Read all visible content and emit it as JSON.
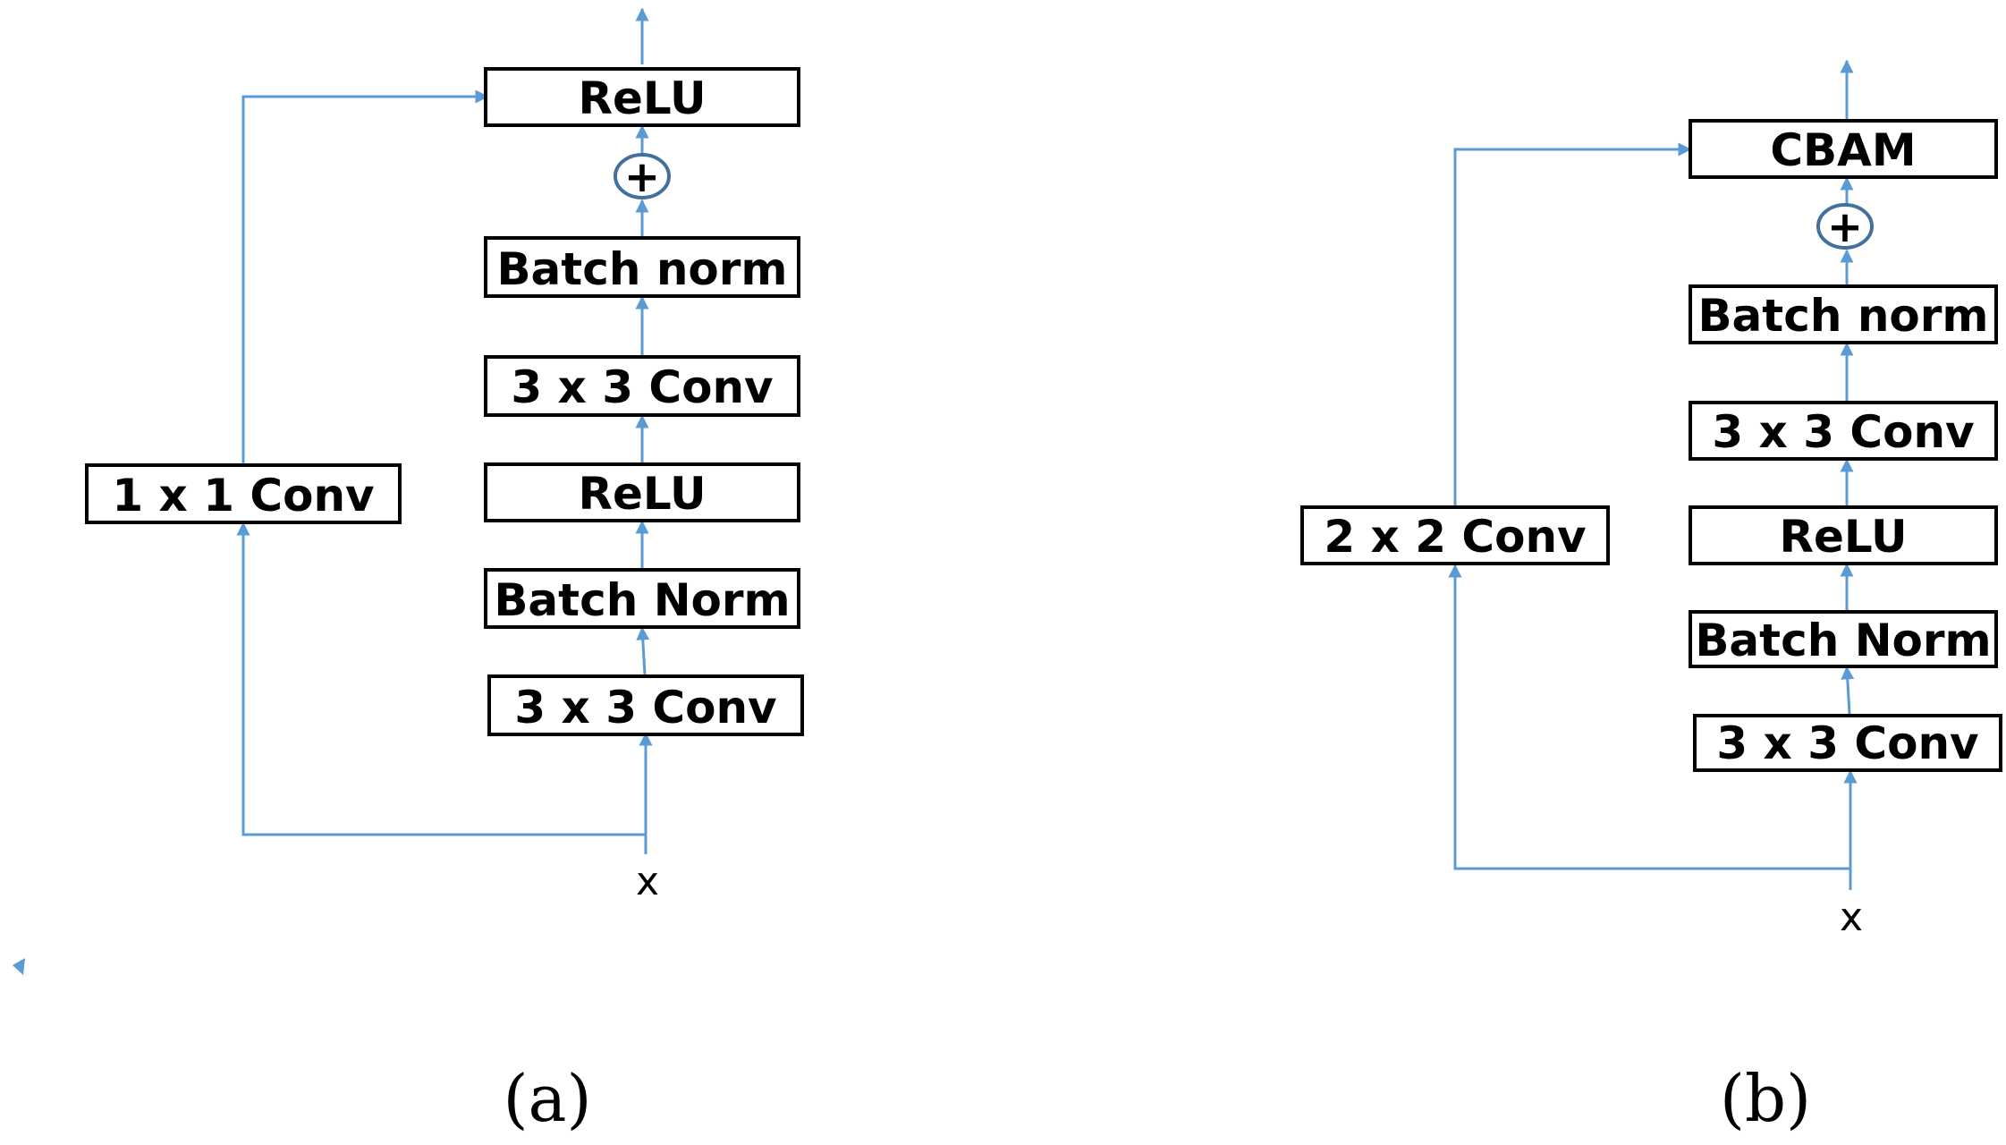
{
  "panel_a": {
    "shortcut": "1 x 1 Conv",
    "blocks": [
      "ReLU",
      "Batch norm",
      "3 x 3 Conv",
      "ReLU",
      "Batch Norm",
      "3 x 3 Conv"
    ],
    "sum_symbol": "+",
    "input": "x",
    "caption": "(a)"
  },
  "panel_b": {
    "shortcut": "2 x 2 Conv",
    "blocks": [
      "CBAM",
      "Batch norm",
      "3 x 3 Conv",
      "ReLU",
      "Batch Norm",
      "3 x 3 Conv"
    ],
    "sum_symbol": "+",
    "input": "x",
    "caption": "(b)"
  },
  "colors": {
    "arrow": "#5b9bd5",
    "box_border": "#000000",
    "sum_circle": "#41719c"
  }
}
